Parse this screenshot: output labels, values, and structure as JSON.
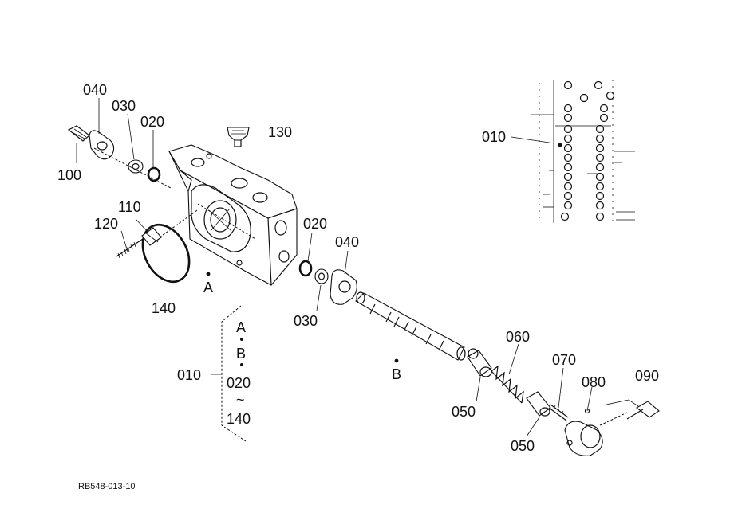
{
  "part_labels": {
    "p040_top": "040",
    "p030_top": "030",
    "p020_top": "020",
    "p100": "100",
    "p130": "130",
    "p110": "110",
    "p120": "120",
    "p140": "140",
    "pA": "A",
    "p020_mid": "020",
    "p040_mid": "040",
    "p030_mid": "030",
    "pB": "B",
    "p060": "060",
    "p070": "070",
    "p080": "080",
    "p090": "090",
    "p050_a": "050",
    "p050_b": "050",
    "p010_inset": "010",
    "p010_bracket": "010"
  },
  "bracket_items": {
    "a": "A",
    "b": "B",
    "c": "020",
    "tilde": "~",
    "d": "140"
  },
  "drawing_code": "RB548-013-10"
}
